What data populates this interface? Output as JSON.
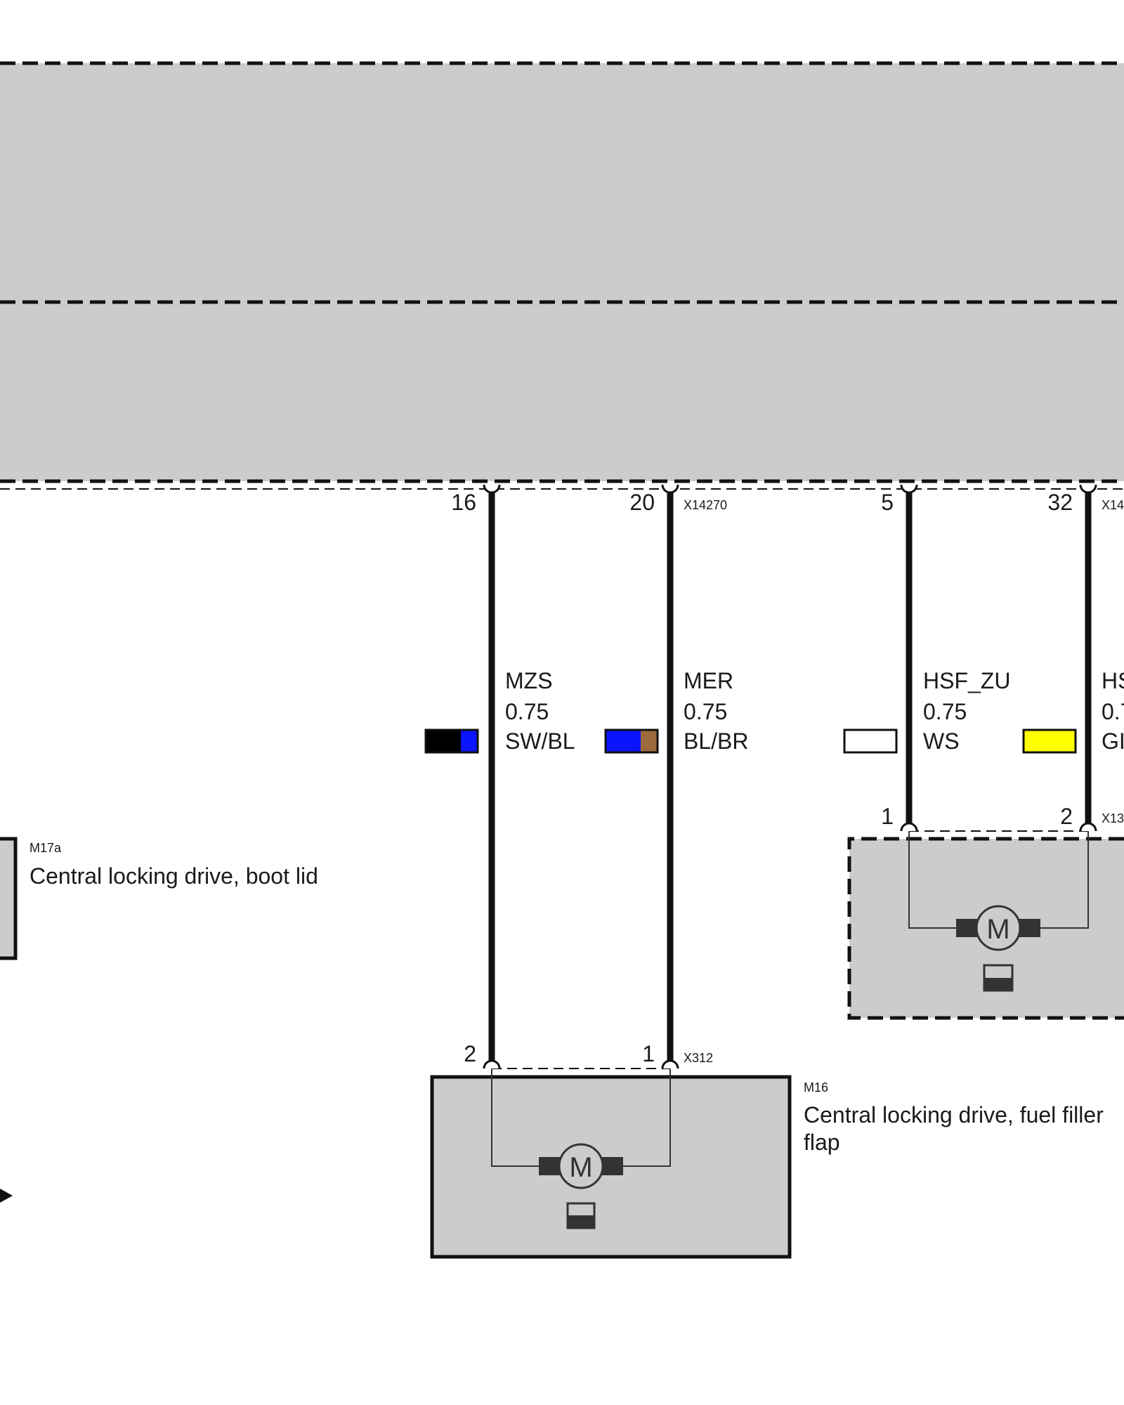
{
  "connectors": {
    "top_left": "X14270",
    "top_right": "X14",
    "fuel_flap": "X312",
    "right_component": "X13"
  },
  "pins": {
    "mzs_top": "16",
    "mer_top": "20",
    "hsf_zu_top": "5",
    "right_top": "32",
    "mzs_bottom": "2",
    "mer_bottom": "1",
    "hsf_zu_bottom": "1",
    "right_bottom": "2"
  },
  "wires": [
    {
      "signal": "MZS",
      "gauge": "0.75",
      "color_code": "SW/BL",
      "colors": [
        "#000000",
        "#0a14ff"
      ]
    },
    {
      "signal": "MER",
      "gauge": "0.75",
      "color_code": "BL/BR",
      "colors": [
        "#0a14ff",
        "#9c6a3c"
      ]
    },
    {
      "signal": "HSF_ZU",
      "gauge": "0.75",
      "color_code": "WS",
      "colors": [
        "#ffffff"
      ]
    },
    {
      "signal": "HS",
      "gauge": "0.7",
      "color_code": "GI",
      "colors": [
        "#ffff00"
      ]
    }
  ],
  "components": {
    "m17a": {
      "id": "M17a",
      "name": "Central locking drive, boot lid"
    },
    "m16": {
      "id": "M16",
      "name_line1": "Central locking drive, fuel filler",
      "name_line2": "flap"
    }
  },
  "motor_symbol": "M",
  "colors": {
    "module_fill": "#cccccc",
    "wire": "#111111",
    "outline": "#111111"
  }
}
